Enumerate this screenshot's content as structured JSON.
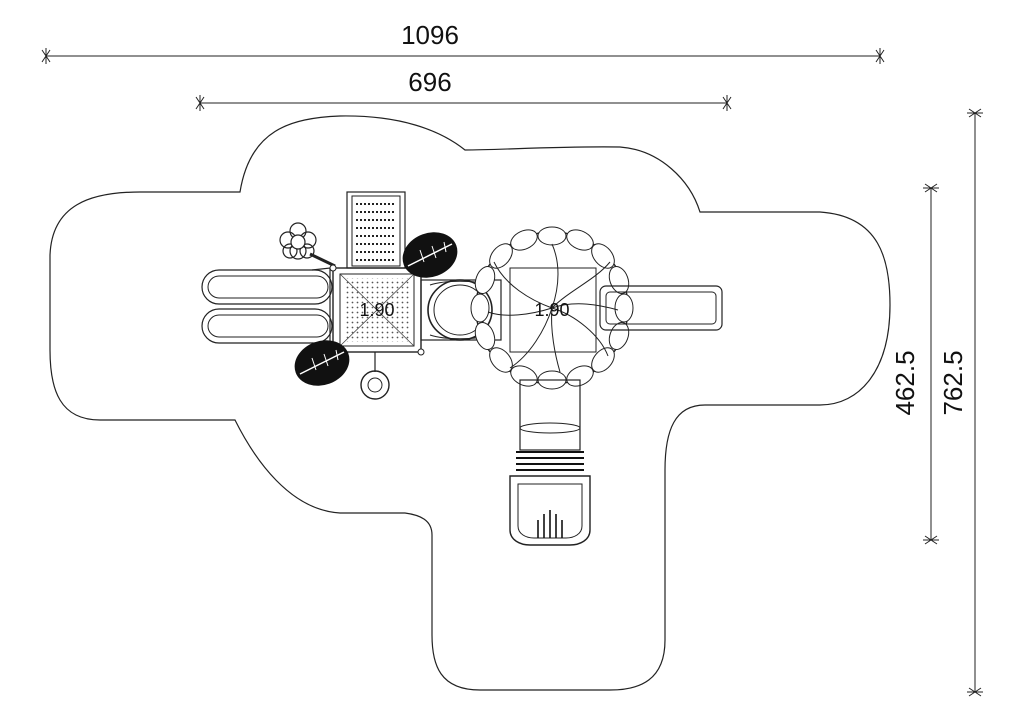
{
  "dimensions": {
    "overall_width": "1096",
    "structure_width": "696",
    "structure_depth": "462.5",
    "overall_depth": "762.5"
  },
  "deck_labels": {
    "left_deck": "1.90",
    "right_deck": "1.90"
  },
  "colors": {
    "line": "#222222",
    "foliage": "#111111",
    "background": "#ffffff"
  }
}
